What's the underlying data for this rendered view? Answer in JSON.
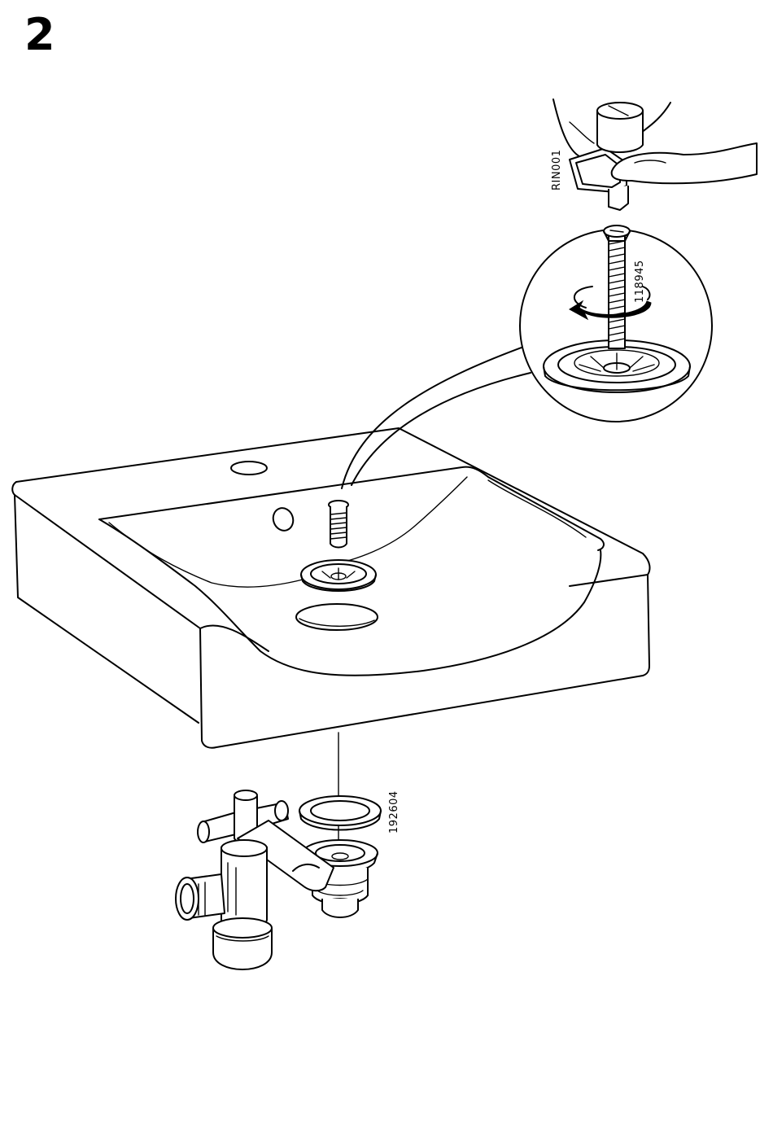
{
  "step": {
    "number": "2"
  },
  "parts": {
    "tool": {
      "code": "RIN001"
    },
    "screw": {
      "code": "118945"
    },
    "seal": {
      "code": "192604"
    }
  }
}
